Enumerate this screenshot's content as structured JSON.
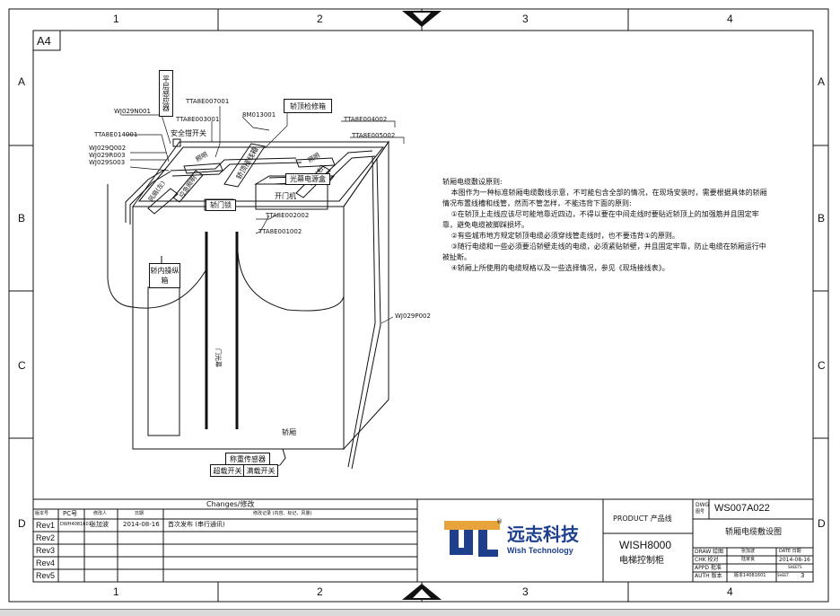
{
  "frame": {
    "columns": [
      "1",
      "2",
      "3",
      "4"
    ],
    "rows": [
      "A",
      "B",
      "C",
      "D"
    ],
    "sheet_size": "A4"
  },
  "labels": {
    "lbl_gongcheng": "平层感应器",
    "wj029n001": "WJ029N001",
    "tta8e007001": "TTA8E007001",
    "tta8e003001": "TTA8E003001",
    "anquanqian": "安全钳开关",
    "tta8e014001": "TTA8E014001",
    "wj029q002": "WJ029Q002",
    "wj029r003": "WJ029R003",
    "wj029s003": "WJ029S003",
    "m8013001": "8M013001",
    "jiaoding_jianxiu": "轿顶检修箱",
    "tta8e004002": "TTA8E004002",
    "tta8e005002": "TTA8E005002",
    "jiaoding_jiexian": "轿顶接线箱",
    "zhaoming1": "照明",
    "zhaoming2": "照明",
    "fengshan1": "风扇(左)",
    "yingji": "应急照明",
    "fengshan2": "风扇(右)",
    "guangmu": "光幕电源盒",
    "kaimenji": "开门机",
    "jiaomensuo": "轿门锁",
    "tta8e002002": "TTA8E002002",
    "tta8e001002": "TTA8E001002",
    "jiaonei": "轿内操纵箱",
    "menguangmu": "门光幕",
    "jiaoxiang": "轿厢",
    "wj029p002": "WJ029P002",
    "chengzhong": "称重传感器",
    "chaozai": "超载开关",
    "manzai": "满载开关"
  },
  "notes": {
    "title": "轿厢电缆敷设原则:",
    "intro": "本图作为一种标准轿厢电缆敷线示意，不可能包含全部的情况，在现场安装时，需要根据具体的轿厢情况布置线槽和线管，然而不管怎样，不能违背下面的原则:",
    "rule1": "①在轿顶上走线应该尽可能地靠近四边，不得以要在中间走线时要贴近轿顶上的加强筋并且固定牢靠，避免电缆被脚踩损坏。",
    "rule2": "②有些城市地方规定轿顶电缆必须穿线管走线时，也不要违背①的原则。",
    "rule3": "③随行电缆和一些必须要沿轿壁走线的电缆，必须紧贴轿壁，并且固定牢靠，防止电缆在轿厢运行中被扯断。",
    "rule4": "④轿厢上所使用的电缆规格以及一些选择情况，参见《现场接线表》。"
  },
  "title_block": {
    "changes_header": "Changes/修改",
    "col_revision": "版本号",
    "col_pc": "PC号",
    "col_modifier": "修改人",
    "col_date": "日期",
    "col_record": "修改记录 (内容、标记、风量)",
    "revisions": [
      {
        "rev": "Rev1",
        "pc": "DWH4081601",
        "modifier": "张加波",
        "date": "2014-08-16",
        "record": "首次发布 (串行通讯)"
      },
      {
        "rev": "Rev2",
        "pc": "",
        "modifier": "",
        "date": "",
        "record": ""
      },
      {
        "rev": "Rev3",
        "pc": "",
        "modifier": "",
        "date": "",
        "record": ""
      },
      {
        "rev": "Rev4",
        "pc": "",
        "modifier": "",
        "date": "",
        "record": ""
      },
      {
        "rev": "Rev5",
        "pc": "",
        "modifier": "",
        "date": "",
        "record": ""
      }
    ],
    "company_cn": "远志科技",
    "company_en": "Wish Technology",
    "registered": "®",
    "product_label": "PRODUCT 产品线",
    "product_name": "WISH8000",
    "product_cn": "电梯控制柜",
    "dwg_label": "DWG",
    "dwg_sub": "图号",
    "dwg_no": "WS007A022",
    "drawing_title": "轿厢电缆敷设图",
    "draw_label": "DRAW 绘图",
    "draw_name": "张加波",
    "chk_label": "CHK 校对",
    "chk_name": "陆家良",
    "appd_label": "APPD 批准",
    "appd_name": "",
    "auth_label": "AUTH 版本",
    "auth_value": "版本14081601",
    "date_label": "DATE 日期",
    "date_value": "2014-08-16",
    "sheets_label": "SHEETS",
    "sheet_label": "SHEET",
    "sheet_value": "3"
  },
  "colors": {
    "logo_gold": "#e8a33a",
    "logo_blue": "#1d3f8c",
    "line": "#111111"
  }
}
